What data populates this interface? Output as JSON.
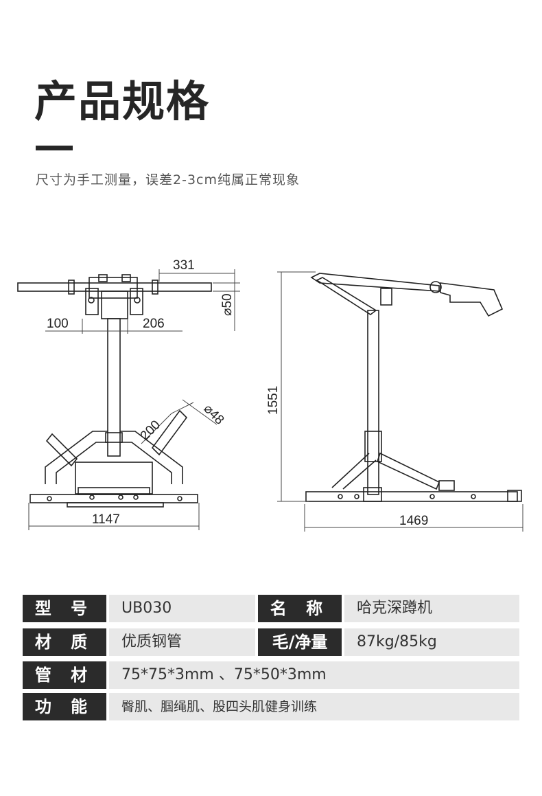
{
  "title": "产品规格",
  "subtitle": "尺寸为手工测量，误差2-3cm纯属正常现象",
  "dimensions": {
    "front_top_width": "331",
    "tube_diameter": "50",
    "left_offset": "100",
    "right_offset": "206",
    "handle_length": "200",
    "handle_diameter": "48",
    "base_width": "1147",
    "height": "1551",
    "base_length": "1469"
  },
  "specs": [
    {
      "label": "型 号",
      "value": "UB030",
      "label2": "名 称",
      "value2": "哈克深蹲机"
    },
    {
      "label": "材 质",
      "value": "优质钢管",
      "label2": "毛/净量",
      "value2": "87kg/85kg"
    },
    {
      "label": "管 材",
      "value": "75*75*3mm 、75*50*3mm"
    },
    {
      "label": "功 能",
      "value": "臀肌、腘绳肌、股四头肌健身训练"
    }
  ]
}
